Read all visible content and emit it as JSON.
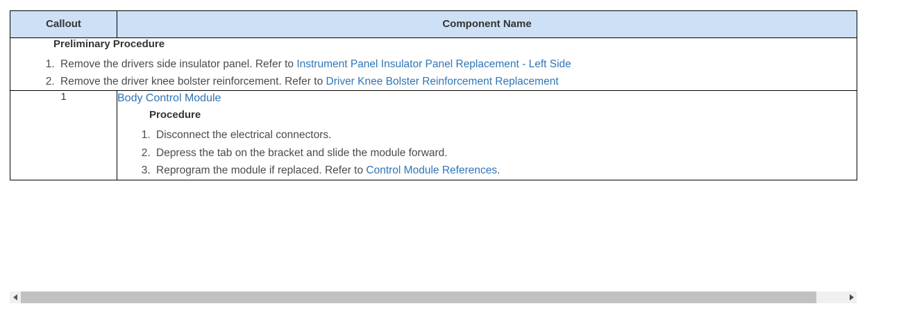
{
  "table": {
    "headers": {
      "callout": "Callout",
      "component_name": "Component Name"
    },
    "header_bg": "#cde0f5",
    "link_color": "#2e75b6",
    "preliminary": {
      "title": "Preliminary Procedure",
      "steps": [
        {
          "text_before": "Remove the drivers side insulator panel. Refer to ",
          "link": "Instrument Panel Insulator Panel Replacement - Left Side",
          "text_after": ""
        },
        {
          "text_before": "Remove the driver knee bolster reinforcement. Refer to ",
          "link": "Driver Knee Bolster Reinforcement Replacement",
          "text_after": ""
        }
      ]
    },
    "rows": [
      {
        "callout": "1",
        "component_link": "Body Control Module",
        "procedure_title": "Procedure",
        "steps": [
          {
            "text_before": "Disconnect the electrical connectors.",
            "link": "",
            "text_after": ""
          },
          {
            "text_before": "Depress the tab on the bracket and slide the module forward.",
            "link": "",
            "text_after": ""
          },
          {
            "text_before": "Reprogram the module if replaced. Refer to ",
            "link": "Control Module References",
            "text_after": "."
          }
        ]
      }
    ]
  },
  "scrollbar": {
    "left_arrow": "◂",
    "right_arrow": "▸",
    "thumb_color": "#c1c1c1",
    "track_color": "#f0f0f0"
  }
}
